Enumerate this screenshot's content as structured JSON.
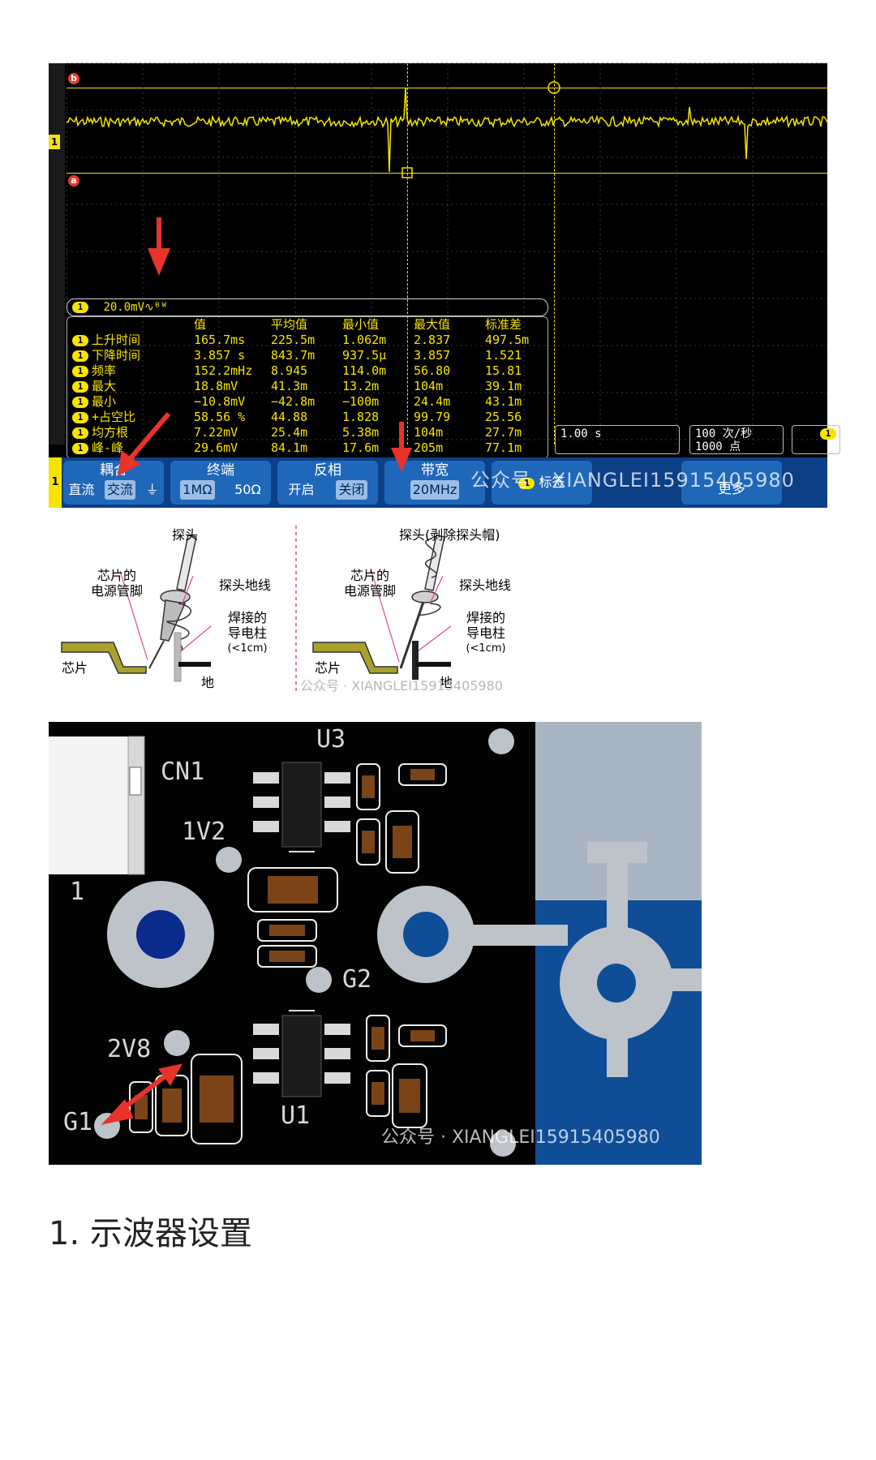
{
  "scope": {
    "marker_b": "b",
    "marker_a": "a",
    "channel_marker": "1",
    "channel_badge": "1",
    "scale_label": "20.0mV∿ᴮᵂ",
    "measurements": {
      "columns": [
        "值",
        "平均值",
        "最小值",
        "最大值",
        "标准差"
      ],
      "rows": [
        {
          "name": "上升时间",
          "values": [
            "165.7ms",
            "225.5m",
            "1.062m",
            "2.837",
            "497.5m"
          ]
        },
        {
          "name": "下降时间",
          "values": [
            "3.857 s",
            "843.7m",
            "937.5µ",
            "3.857",
            "1.521"
          ]
        },
        {
          "name": "频率",
          "values": [
            "152.2mHz",
            "8.945",
            "114.0m",
            "56.80",
            "15.81"
          ]
        },
        {
          "name": "最大",
          "values": [
            "18.8mV",
            "41.3m",
            "13.2m",
            "104m",
            "39.1m"
          ]
        },
        {
          "name": "最小",
          "values": [
            "−10.8mV",
            "−42.8m",
            "−100m",
            "24.4m",
            "43.1m"
          ]
        },
        {
          "name": "+占空比",
          "values": [
            "58.56 %",
            "44.88",
            "1.828",
            "99.79",
            "25.56"
          ]
        },
        {
          "name": "均方根",
          "values": [
            "7.22mV",
            "25.4m",
            "5.38m",
            "104m",
            "27.7m"
          ]
        },
        {
          "name": "峰-峰",
          "values": [
            "29.6mV",
            "84.1m",
            "17.6m",
            "205m",
            "77.1m"
          ]
        }
      ]
    },
    "timebase": "1.00 s",
    "rate_line1": "100 次/秒",
    "rate_line2": "1000 点",
    "right_badge": "1",
    "bottom": {
      "chan": "1",
      "coupling_title": "耦合",
      "coupling_opts": [
        "直流",
        "交流",
        "⏚"
      ],
      "termination_title": "终端",
      "termination_opts": [
        "1MΩ",
        "50Ω"
      ],
      "invert_title": "反相",
      "invert_opts": [
        "开启",
        "关闭"
      ],
      "bandwidth_title": "带宽",
      "bandwidth_value": "20MHz",
      "label_badge": "1",
      "label_text": "标签",
      "more": "更多"
    },
    "watermark": "公众号 · XIANGLEI15915405980"
  },
  "probe": {
    "left": {
      "probe": "探头",
      "chip_pin": [
        "芯片的",
        "电源管脚"
      ],
      "ground_lead": "探头地线",
      "post": [
        "焊接的",
        "导电柱",
        "(<1cm)"
      ],
      "chip": "芯片",
      "ground": "地"
    },
    "right": {
      "probe": "探头(剥除探头帽)",
      "chip_pin": [
        "芯片的",
        "电源管脚"
      ],
      "ground_lead": "探头地线",
      "post": [
        "焊接的",
        "导电柱",
        "(<1cm)"
      ],
      "chip": "芯片",
      "ground": "地"
    },
    "watermark": "公众号 · XIANGLEI15915405980"
  },
  "pcb": {
    "labels": {
      "u3": "U3",
      "cn1": "CN1",
      "v12": "1V2",
      "one": "1",
      "g2": "G2",
      "v28": "2V8",
      "g1": "G1",
      "u1": "U1"
    },
    "watermark": "公众号 · XIANGLEI15915405980"
  },
  "heading": "1. 示波器设置",
  "colors": {
    "trace": "#f6e400",
    "menu": "#0c3f86",
    "button": "#1f67b9",
    "arrow": "#e8332a",
    "pad": "#bdc3c9",
    "via": "#0a2a8c"
  }
}
